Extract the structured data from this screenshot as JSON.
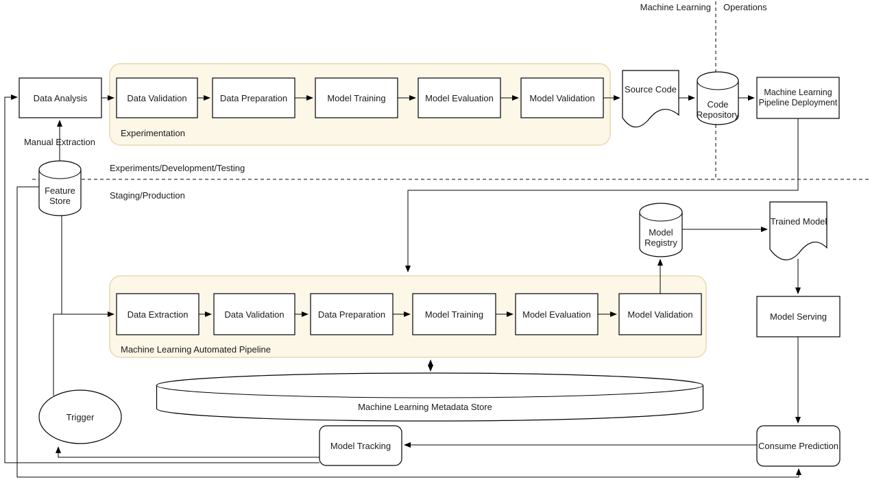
{
  "header": {
    "left": "Machine Learning",
    "right": "Operations"
  },
  "lanes": {
    "top": "Experiments/Development/Testing",
    "bottom": "Staging/Production"
  },
  "containers": {
    "experimentation": "Experimentation",
    "automated": "Machine Learning Automated Pipeline"
  },
  "nodes": {
    "data_analysis": "Data Analysis",
    "exp_data_validation": "Data Validation",
    "exp_data_preparation": "Data Preparation",
    "exp_model_training": "Model Training",
    "exp_model_evaluation": "Model Evaluation",
    "exp_model_validation": "Model Validation",
    "source_code": "Source Code",
    "code_repository": "Code Repository",
    "ml_pipeline_deployment": "Machine Learning Pipeline Deployment",
    "feature_store": "Feature Store",
    "model_registry": "Model Registry",
    "trained_model": "Trained Model",
    "auto_data_extraction": "Data Extraction",
    "auto_data_validation": "Data Validation",
    "auto_data_preparation": "Data Preparation",
    "auto_model_training": "Model Training",
    "auto_model_evaluation": "Model Evaluation",
    "auto_model_validation": "Model Validation",
    "model_serving": "Model Serving",
    "metadata_store": "Machine Learning Metadata Store",
    "model_tracking": "Model Tracking",
    "consume_prediction": "Consume Prediction",
    "trigger": "Trigger"
  },
  "edge_labels": {
    "manual_extraction": "Manual Extraction"
  },
  "colors": {
    "container_fill": "#FCF7E7",
    "container_border": "#EBE1C1",
    "node_fill": "#FFFFFF",
    "stroke": "#000000",
    "text": "#1A1A1A"
  }
}
